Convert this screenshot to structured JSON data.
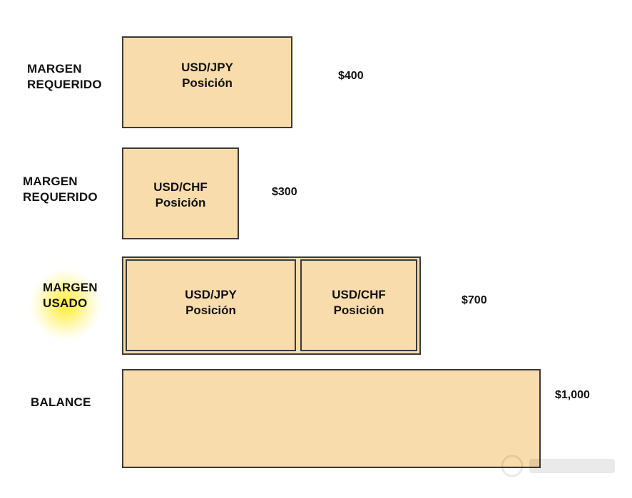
{
  "rows": {
    "row1": {
      "label_line1": "MARGEN",
      "label_line2": "REQUERIDO",
      "box_line1": "USD/JPY",
      "box_line2": "Posición",
      "value": "$400"
    },
    "row2": {
      "label_line1": "MARGEN",
      "label_line2": "REQUERIDO",
      "box_line1": "USD/CHF",
      "box_line2": "Posición",
      "value": "$300"
    },
    "row3": {
      "label_line1": "MARGEN",
      "label_line2": "USADO",
      "left_box_line1": "USD/JPY",
      "left_box_line2": "Posición",
      "right_box_line1": "USD/CHF",
      "right_box_line2": "Posición",
      "value": "$700"
    },
    "row4": {
      "label": "BALANCE",
      "value": "$1,000"
    }
  },
  "colors": {
    "box_fill": "#f9dcac",
    "box_border": "#3a3a3a",
    "highlight": "#ffec28"
  }
}
